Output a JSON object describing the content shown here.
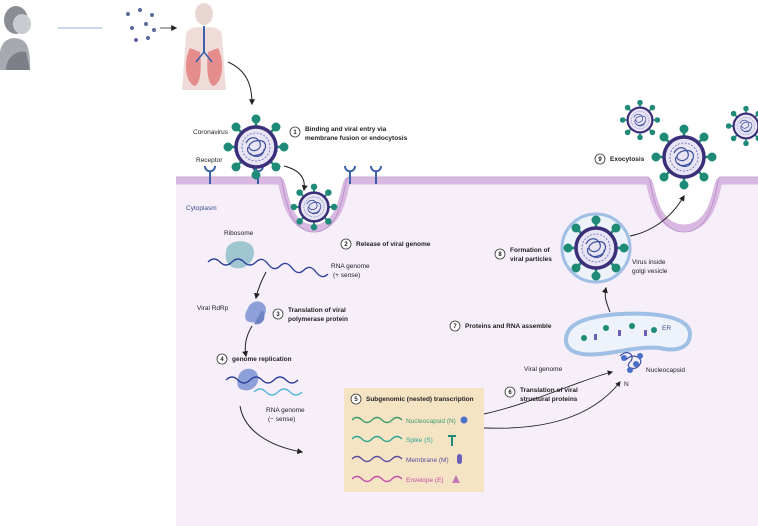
{
  "labels": {
    "coronavirus": "Coronavirus",
    "receptor": "Receptor",
    "cytoplasm": "Cytoplasm",
    "ribosome": "Ribosome",
    "rna_genome_pos_1": "RNA genome",
    "rna_genome_pos_2": "(+ sense)",
    "viral_rdrp": "Viral RdRp",
    "rna_genome_neg_1": "RNA genome",
    "rna_genome_neg_2": "(− sense)",
    "er": "ER",
    "nucleocapsid": "Nucleocapsid",
    "n_letter": "N",
    "viral_genome": "Viral genome",
    "virus_golgi_1": "Virus inside",
    "virus_golgi_2": "golgi vesicle"
  },
  "steps": [
    {
      "num": "1",
      "line1": "Binding and viral entry via",
      "line2": "membrane fusion or endocytosis"
    },
    {
      "num": "2",
      "line1": "Release of viral genome",
      "line2": ""
    },
    {
      "num": "3",
      "line1": "Translation of viral",
      "line2": "polymerase protein"
    },
    {
      "num": "4",
      "line1": "genome replication",
      "line2": ""
    },
    {
      "num": "5",
      "line1": "Subgenomic (nested) transcription",
      "line2": ""
    },
    {
      "num": "6",
      "line1": "Translation of viral",
      "line2": "structural proteins"
    },
    {
      "num": "7",
      "line1": "Proteins and RNA assemble",
      "line2": ""
    },
    {
      "num": "8",
      "line1": "Formation of",
      "line2": "viral particles"
    },
    {
      "num": "9",
      "line1": "Exocytosis",
      "line2": ""
    }
  ],
  "legend": {
    "items": [
      {
        "label": "Nucleocapsid (N)",
        "color": "#3a9a6a",
        "icon_color": "#4a6fc8"
      },
      {
        "label": "Spike (S)",
        "color": "#2aa590",
        "icon_color": "#1f8a78"
      },
      {
        "label": "Membrane (M)",
        "color": "#5a4fa0",
        "icon_color": "#6a60b8"
      },
      {
        "label": "Envelope (E)",
        "color": "#c24fa8",
        "icon_color": "#c27ab0"
      }
    ]
  },
  "colors": {
    "cytoplasm": "#f6eef8",
    "membrane": "#d9b8e2",
    "membrane_edge": "#b58dc4",
    "legend_bg": "#f5e4c4",
    "virus_ring": "#3a2f78",
    "spike": "#1f8a78",
    "ribosome": "#9fc6d0"
  }
}
